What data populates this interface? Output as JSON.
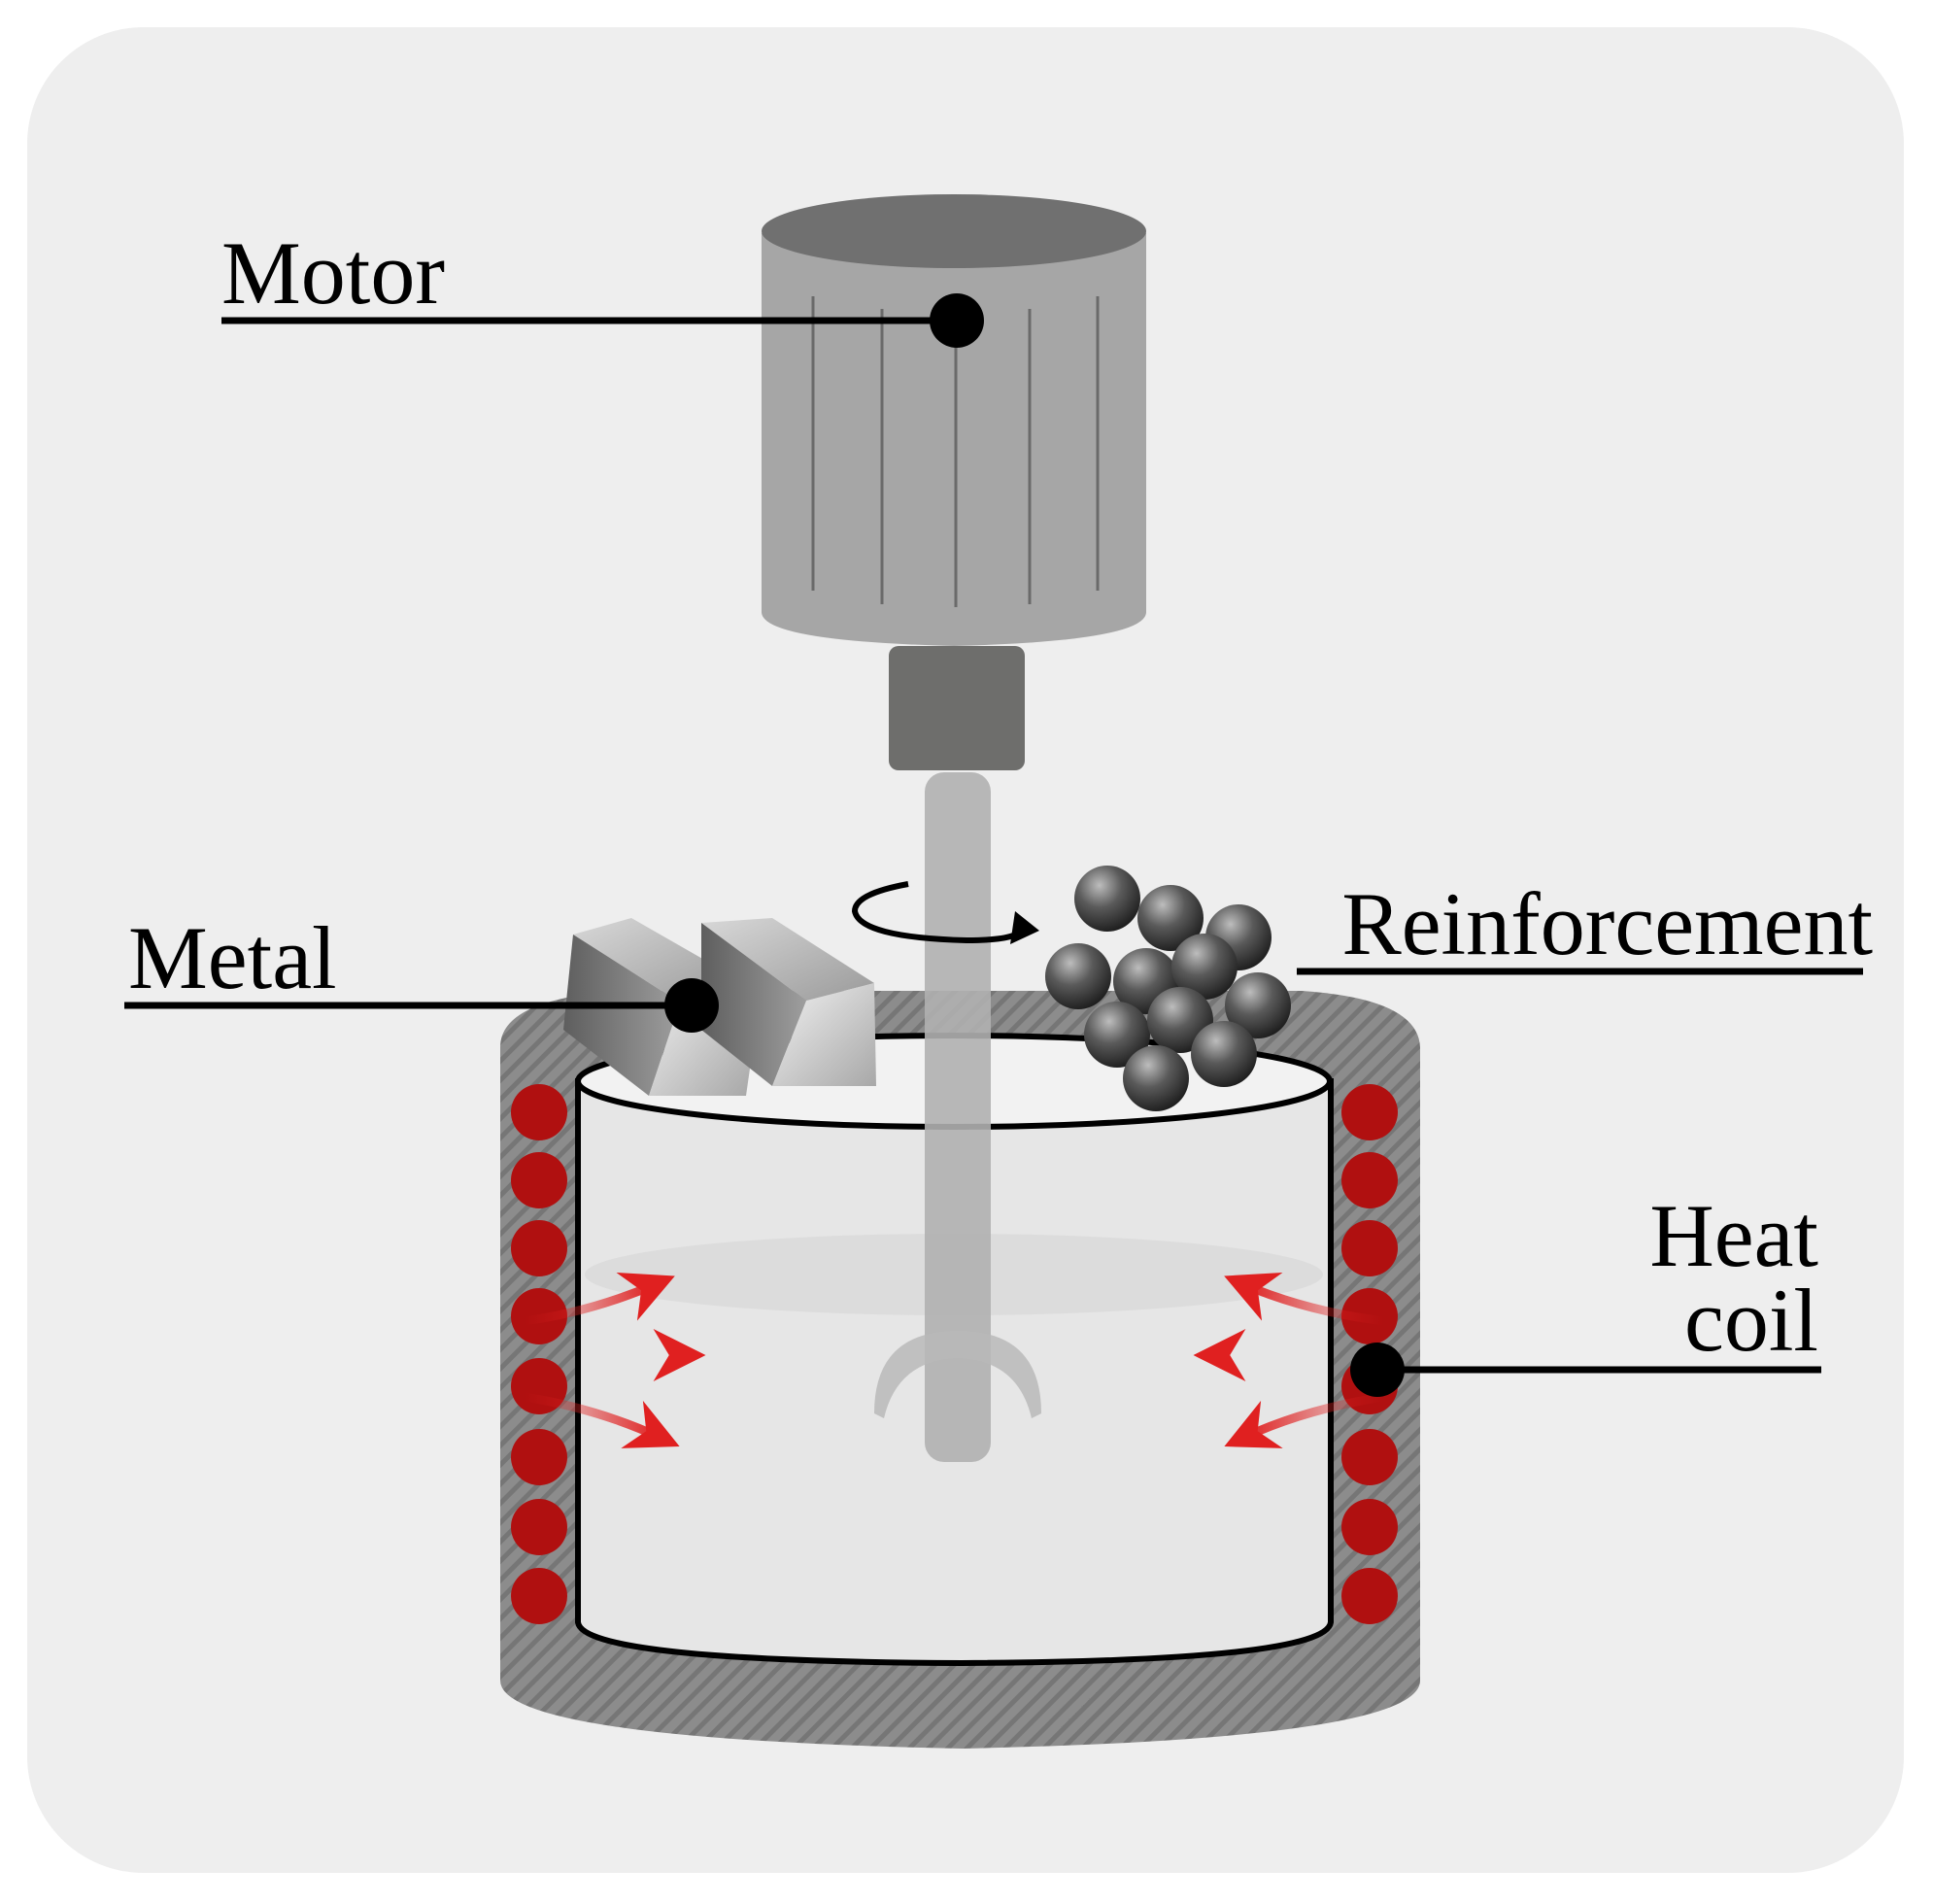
{
  "labels": {
    "motor": "Motor",
    "metal": "Metal",
    "reinforcement": "Reinforcement",
    "heat_coil_line1": "Heat",
    "heat_coil_line2": "coil"
  },
  "colors": {
    "panel_background": "#eeeeee",
    "motor_body": "#a6a6a6",
    "motor_cap": "#707070",
    "coupling": "#6e6e6c",
    "shaft": "#b0b0b0",
    "furnace_wall": "#8a8a8a",
    "heat_coil": "#b01010",
    "heat_arrow": "#e02020",
    "leader_line": "#000000"
  },
  "icons": {
    "rotation": "rotation-arrow-icon",
    "heat": "heat-arrow-icon"
  }
}
